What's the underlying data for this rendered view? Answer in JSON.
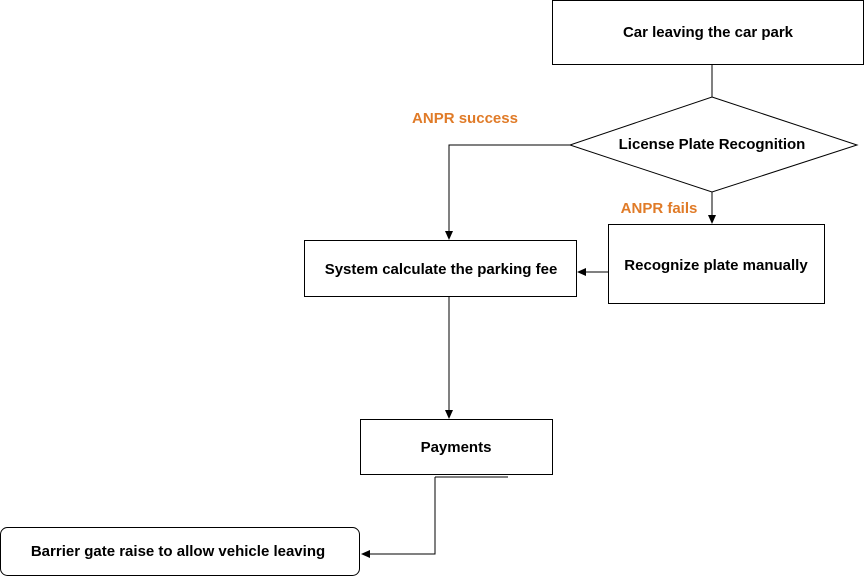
{
  "diagram": {
    "nodes": {
      "car_leaving": "Car leaving the car park",
      "plate_recognition": "License Plate Recognition",
      "recognize_manually": "Recognize plate manually",
      "calculate_fee": "System calculate the parking fee",
      "payments": "Payments",
      "barrier_gate": "Barrier gate raise to allow vehicle leaving"
    },
    "edge_labels": {
      "anpr_success": "ANPR success",
      "anpr_fails": "ANPR fails"
    },
    "colors": {
      "edge_label": "#e07b28",
      "stroke": "#000000",
      "fill": "#ffffff"
    }
  }
}
